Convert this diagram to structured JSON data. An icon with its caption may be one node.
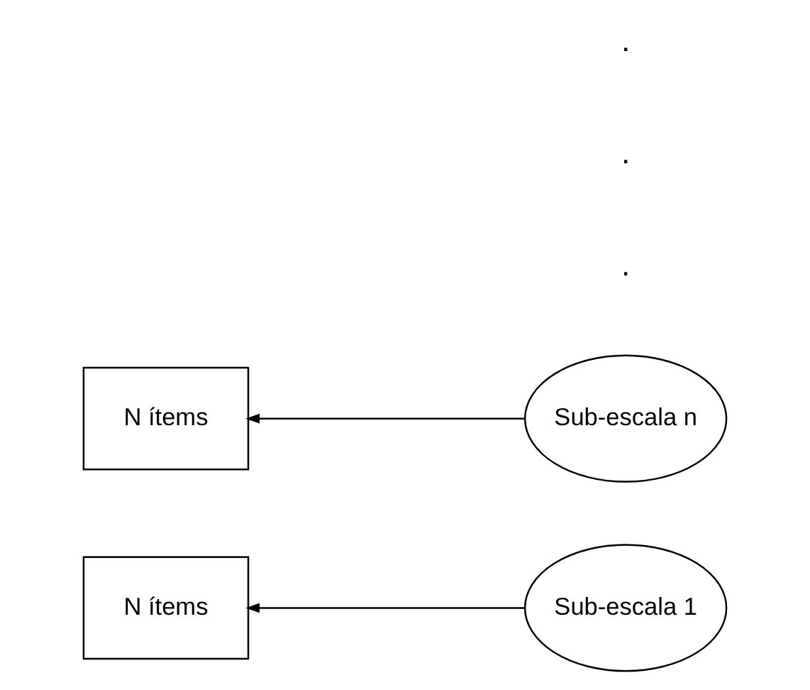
{
  "diagram": {
    "nodes": [
      {
        "text": [
          "N ítems"
        ]
      },
      {
        "text": [
          "Sub-escala 1"
        ]
      },
      {
        "text": [
          "N ítems"
        ]
      },
      {
        "text": [
          "Sub-escala n"
        ]
      }
    ],
    "edges": [
      {
        "from": 1,
        "to": 0,
        "arrow": "to"
      },
      {
        "from": 3,
        "to": 2,
        "arrow": "to"
      }
    ],
    "labels": [
      ".",
      ".",
      "."
    ]
  }
}
